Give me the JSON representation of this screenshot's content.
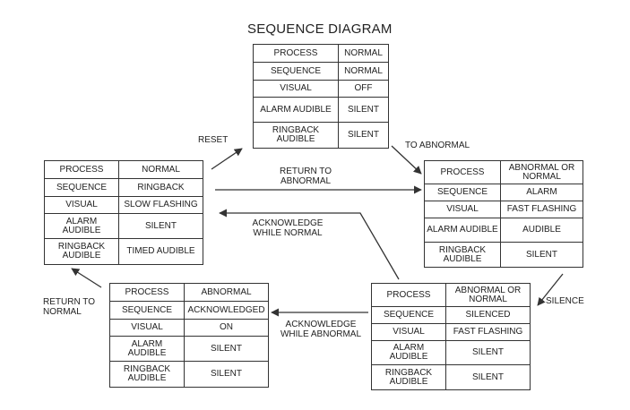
{
  "title": "SEQUENCE DIAGRAM",
  "states": [
    {
      "name": "normal-state",
      "rows": [
        {
          "key": "PROCESS",
          "value": "NORMAL"
        },
        {
          "key": "SEQUENCE",
          "value": "NORMAL"
        },
        {
          "key": "VISUAL",
          "value": "OFF"
        },
        {
          "key": "ALARM AUDIBLE",
          "value": "SILENT"
        },
        {
          "key": "RINGBACK AUDIBLE",
          "value": "SILENT"
        }
      ]
    },
    {
      "name": "ringback-state",
      "rows": [
        {
          "key": "PROCESS",
          "value": "NORMAL"
        },
        {
          "key": "SEQUENCE",
          "value": "RINGBACK"
        },
        {
          "key": "VISUAL",
          "value": "SLOW FLASHING"
        },
        {
          "key": "ALARM AUDIBLE",
          "value": "SILENT"
        },
        {
          "key": "RINGBACK AUDIBLE",
          "value": "TIMED AUDIBLE"
        }
      ]
    },
    {
      "name": "alarm-state",
      "rows": [
        {
          "key": "PROCESS",
          "value": "ABNORMAL OR NORMAL"
        },
        {
          "key": "SEQUENCE",
          "value": "ALARM"
        },
        {
          "key": "VISUAL",
          "value": "FAST FLASHING"
        },
        {
          "key": "ALARM AUDIBLE",
          "value": "AUDIBLE"
        },
        {
          "key": "RINGBACK AUDIBLE",
          "value": "SILENT"
        }
      ]
    },
    {
      "name": "acknowledged-state",
      "rows": [
        {
          "key": "PROCESS",
          "value": "ABNORMAL"
        },
        {
          "key": "SEQUENCE",
          "value": "ACKNOWLEDGED"
        },
        {
          "key": "VISUAL",
          "value": "ON"
        },
        {
          "key": "ALARM AUDIBLE",
          "value": "SILENT"
        },
        {
          "key": "RINGBACK AUDIBLE",
          "value": "SILENT"
        }
      ]
    },
    {
      "name": "silenced-state",
      "rows": [
        {
          "key": "PROCESS",
          "value": "ABNORMAL OR NORMAL"
        },
        {
          "key": "SEQUENCE",
          "value": "SILENCED"
        },
        {
          "key": "VISUAL",
          "value": "FAST FLASHING"
        },
        {
          "key": "ALARM AUDIBLE",
          "value": "SILENT"
        },
        {
          "key": "RINGBACK AUDIBLE",
          "value": "SILENT"
        }
      ]
    }
  ],
  "transitions": {
    "reset": "RESET",
    "to_abnormal": "TO ABNORMAL",
    "return_to_abnormal": "RETURN TO ABNORMAL",
    "ack_while_normal": "ACKNOWLEDGE WHILE NORMAL",
    "silence": "SILENCE",
    "ack_while_abnormal": "ACKNOWLEDGE WHILE ABNORMAL",
    "return_to_normal": "RETURN TO NORMAL"
  }
}
